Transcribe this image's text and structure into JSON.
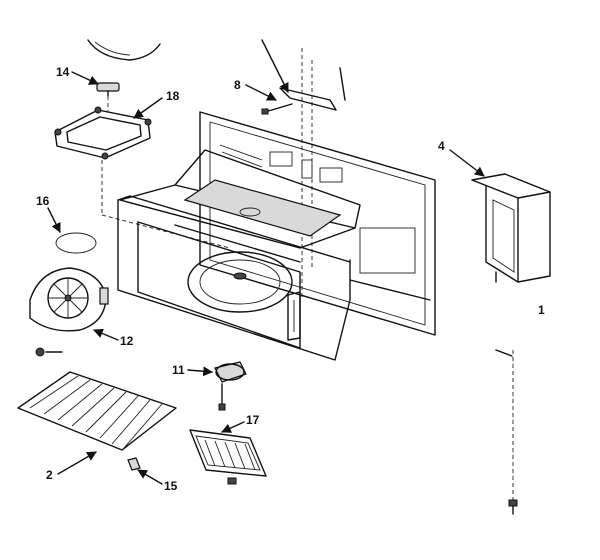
{
  "callouts": {
    "c1": "1",
    "c2": "2",
    "c4": "4",
    "c8": "8",
    "c11": "11",
    "c12": "12",
    "c14": "14",
    "c15": "15",
    "c16": "16",
    "c17": "17",
    "c18": "18"
  }
}
